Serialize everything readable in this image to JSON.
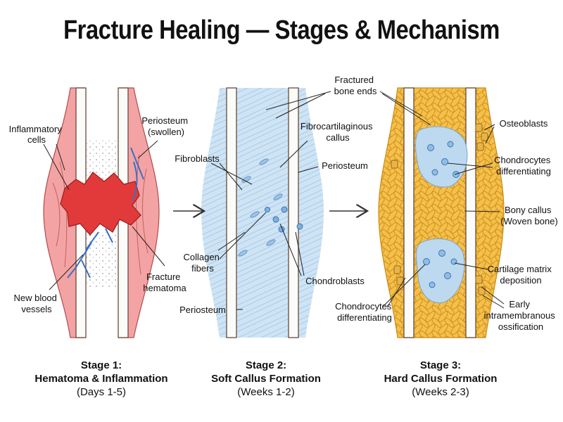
{
  "title": "Fracture Healing — Stages & Mechanism",
  "colors": {
    "hematoma": "#e23a3a",
    "inflamed_tissue": "#f3a3a3",
    "soft_callus": "#c9e1f4",
    "hard_callus": "#f5c04a",
    "cartilage": "#bcd9f0",
    "bone_cortex": "#fbfbf9",
    "periosteum": "#b06a50",
    "vessel": "#3a6fc4",
    "osteoblast": "#eab34a"
  },
  "stages": [
    {
      "heading": "Stage 1:",
      "name": "Hematoma & Inflammation",
      "duration": "(Days 1-5)",
      "labels": {
        "inflammatory_cells": [
          "Inflammatory",
          "cells"
        ],
        "periosteum": [
          "Periosteum",
          "(swollen)"
        ],
        "new_vessels": [
          "New blood",
          "vessels"
        ],
        "hematoma": [
          "Fracture",
          "hematoma"
        ]
      }
    },
    {
      "heading": "Stage 2:",
      "name": "Soft Callus Formation",
      "duration": "(Weeks 1-2)",
      "labels": {
        "fibroblasts": "Fibroblasts",
        "fibrocartilaginous": [
          "Fibrocartilaginous",
          "callus"
        ],
        "periosteum_right": "Periosteum",
        "collagen": [
          "Collagen",
          "fibers"
        ],
        "chondroblasts": "Chondroblasts",
        "periosteum_left": "Periosteum"
      }
    },
    {
      "heading": "Stage 3:",
      "name": "Hard Callus Formation",
      "duration": "(Weeks 2-3)",
      "labels": {
        "osteoblasts": "Osteoblasts",
        "chondrocytes_top": [
          "Chondrocytes",
          "differentiating"
        ],
        "bony_callus": [
          "Bony callus",
          "(Woven bone)"
        ],
        "cartilage_matrix": [
          "Cartilage matrix",
          "deposition"
        ],
        "chondrocytes_bottom": [
          "Chondrocytes",
          "differentiating"
        ],
        "intramembranous": [
          "Early",
          "intramembranous",
          "ossification"
        ]
      }
    }
  ],
  "shared_labels": {
    "fractured_ends": [
      "Fractured",
      "bone ends"
    ]
  }
}
